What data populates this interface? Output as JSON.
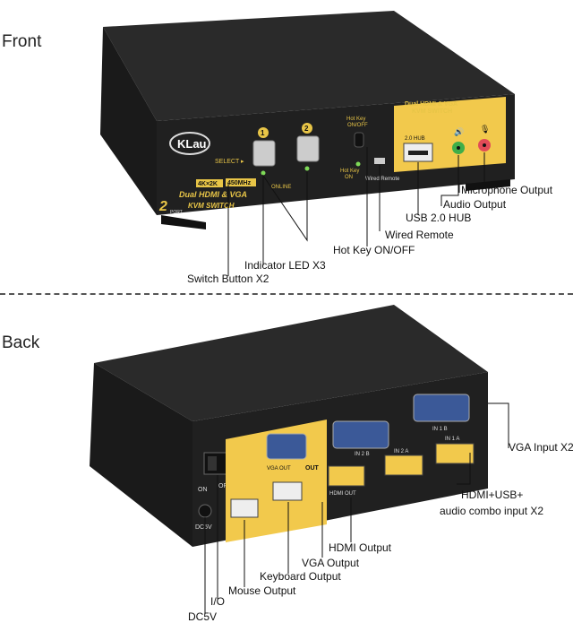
{
  "sections": {
    "front_title": "Front",
    "back_title": "Back"
  },
  "front_labels": {
    "microphone_output": "Microphone Output",
    "audio_output": "Audio Output",
    "usb_hub": "USB 2.0 HUB",
    "wired_remote": "Wired Remote",
    "hotkey_onoff": "Hot Key ON/OFF",
    "indicator_led": "Indicator LED X3",
    "switch_button": "Switch Button X2"
  },
  "back_labels": {
    "vga_input": "VGA Input X2",
    "hdmi_usb_audio_line1": "HDMI+USB+",
    "hdmi_usb_audio_line2": "audio combo input X2",
    "hdmi_output": "HDMI Output",
    "vga_output": "VGA Output",
    "keyboard_output": "Keyboard Output",
    "mouse_output": "Mouse Output",
    "io": "I/O",
    "dc5v": "DC5V"
  },
  "device_front": {
    "brand": "KLau",
    "port_count": "2",
    "port_word": "PORT",
    "badge_resolution": "4K×2K",
    "badge_refresh": "450MHz",
    "model_line1": "Dual HDMI & VGA",
    "model_line2": "KVM SWITCH",
    "select_label": "SELECT ▸",
    "online_label": "ONLINE",
    "button1": "1",
    "button2": "2",
    "hotkey_top": "Hot Key",
    "hotkey_top2": "ON/OFF",
    "hotkey_bottom": "Hot Key",
    "hotkey_bottom2": "ON",
    "wired_remote_small": "Wired Remote",
    "usb_hub_small": "2.0 HUB",
    "panel_title1": "Dual HDMI & VGA",
    "panel_title2": "KVM SWITCH"
  },
  "device_back": {
    "vga_out": "VGA OUT",
    "out": "OUT",
    "hdmi_out": "HDMI OUT",
    "in2b": "IN 2 B",
    "in1b": "IN 1 B",
    "in2a": "IN 2 A",
    "in1a": "IN 1 A",
    "on": "ON",
    "off": "OFF",
    "dc5v_small": "DC5V"
  },
  "colors": {
    "body": "#1c1c1c",
    "panel_yellow": "#f2c94c",
    "text_yellow": "#e8c547",
    "vga_blue": "#3b5998"
  }
}
